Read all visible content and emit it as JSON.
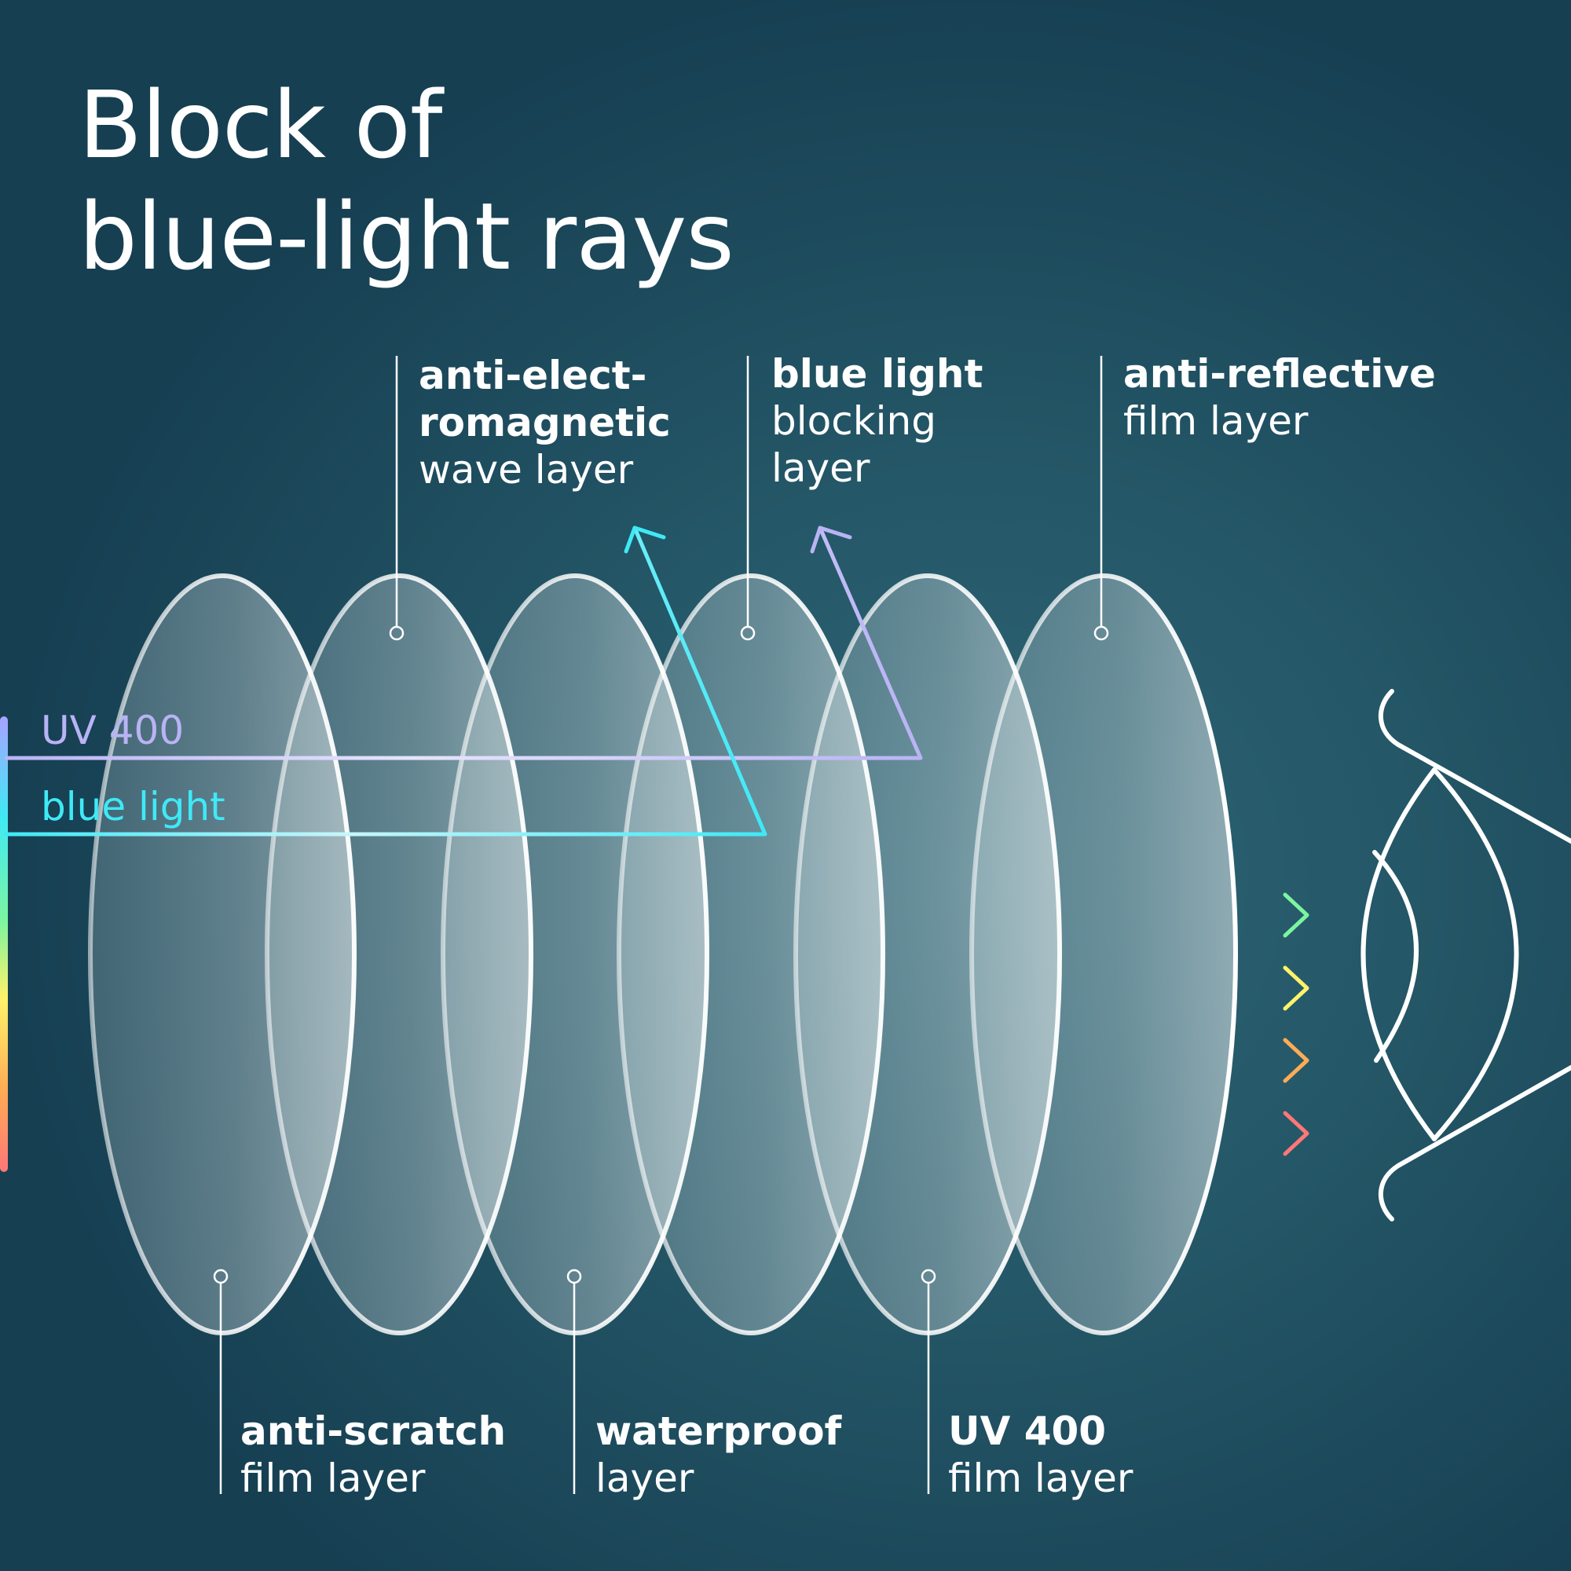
{
  "title": {
    "line1": "Block of",
    "line2": "blue-light rays"
  },
  "labels": {
    "anti_electromagnetic": {
      "line1": "anti-elect-",
      "line2": "romagnetic",
      "line3": "wave layer"
    },
    "blue_light_blocking": {
      "line1": "blue light",
      "line2": "blocking",
      "line3": "layer"
    },
    "anti_reflective": {
      "line1": "anti-reflective",
      "line2": "film layer"
    },
    "anti_scratch": {
      "line1": "anti-scratch",
      "line2": "film layer"
    },
    "waterproof": {
      "line1": "waterproof",
      "line2": "layer"
    },
    "uv400_film": {
      "line1": "UV 400",
      "line2": "film layer"
    }
  },
  "rays": {
    "uv400": {
      "label": "UV 400",
      "color": "#b9b3f5"
    },
    "blue_light": {
      "label": "blue light",
      "color": "#3fe9f6"
    },
    "green": {
      "color": "#7df5a0"
    },
    "yellow": {
      "color": "#fff36a"
    },
    "orange": {
      "color": "#ffac55"
    },
    "red": {
      "color": "#ff7777"
    }
  },
  "colors": {
    "background": "#1a4a5c",
    "outline": "#ffffff"
  }
}
